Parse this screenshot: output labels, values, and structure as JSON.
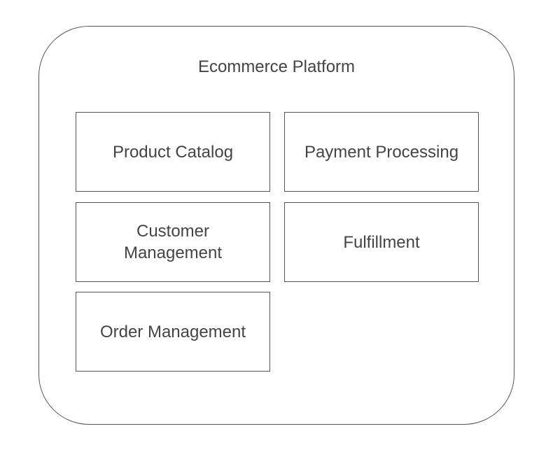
{
  "diagram": {
    "container": {
      "label": "Ecommerce Platform"
    },
    "modules": [
      {
        "label": "Product Catalog"
      },
      {
        "label": "Payment Processing"
      },
      {
        "label": "Customer Management"
      },
      {
        "label": "Fulfillment"
      },
      {
        "label": "Order Management"
      }
    ]
  },
  "colors": {
    "border": "#555555",
    "text": "#444444",
    "background": "#ffffff"
  }
}
